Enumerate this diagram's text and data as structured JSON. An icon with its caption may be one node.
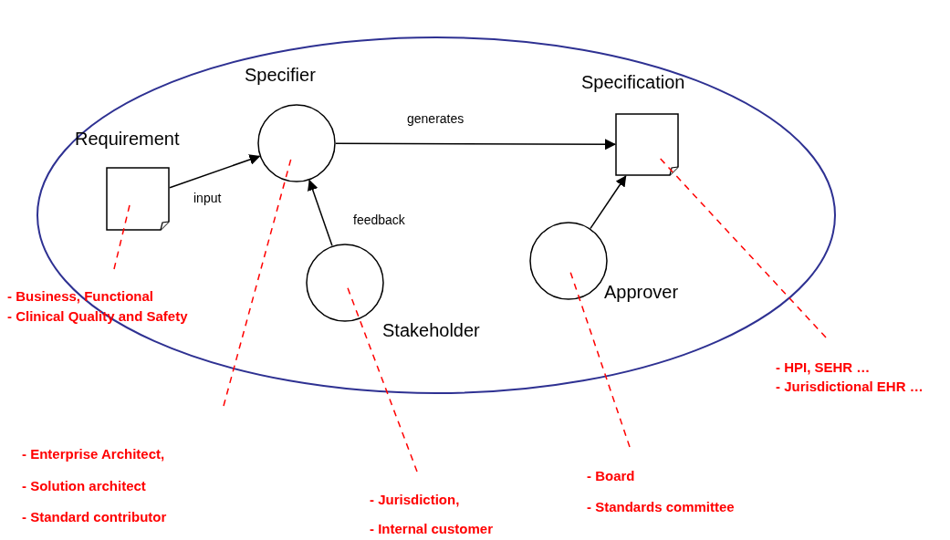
{
  "diagram": {
    "nodes": [
      {
        "text": [],
        "shape": "ellipse"
      },
      {
        "text": [
          "Requirement"
        ],
        "in": 0
      },
      {
        "text": [
          "Specifier"
        ],
        "in": 0
      },
      {
        "text": [
          "Specification"
        ],
        "in": 0
      },
      {
        "text": [
          "Stakeholder"
        ],
        "in": 0
      },
      {
        "text": [
          "Approver"
        ],
        "in": 0
      },
      {
        "text": [
          "- Business, Functional",
          "- Clinical Quality and Safety"
        ]
      },
      {
        "text": [
          "- Enterprise Architect,",
          "- Solution architect",
          "- Standard contributor"
        ]
      },
      {
        "text": [
          "- Jurisdiction,",
          "- Internal customer"
        ]
      },
      {
        "text": [
          "- Board",
          "- Standards committee"
        ]
      },
      {
        "text": [
          "- HPI,  SEHR …",
          "- Jurisdictional EHR …"
        ]
      }
    ],
    "edges": [
      {
        "from": 1,
        "to": 2,
        "arrow": "to",
        "label": "input",
        "color": "#000000"
      },
      {
        "from": 2,
        "to": 3,
        "arrow": "to",
        "label": "generates",
        "color": "#000000"
      },
      {
        "from": 4,
        "to": 2,
        "arrow": "to",
        "label": "feedback",
        "color": "#000000"
      },
      {
        "from": 5,
        "to": 3,
        "arrow": "to",
        "color": "#000000"
      },
      {
        "from": 6,
        "to": 1,
        "arrow": "none",
        "style": "dashed"
      },
      {
        "from": 7,
        "to": 2,
        "arrow": "none",
        "style": "dashed"
      },
      {
        "from": 8,
        "to": 4,
        "arrow": "none",
        "style": "dashed"
      },
      {
        "from": 9,
        "to": 5,
        "arrow": "none",
        "style": "dashed"
      },
      {
        "from": 10,
        "to": 3,
        "arrow": "none",
        "style": "dashed"
      }
    ]
  }
}
